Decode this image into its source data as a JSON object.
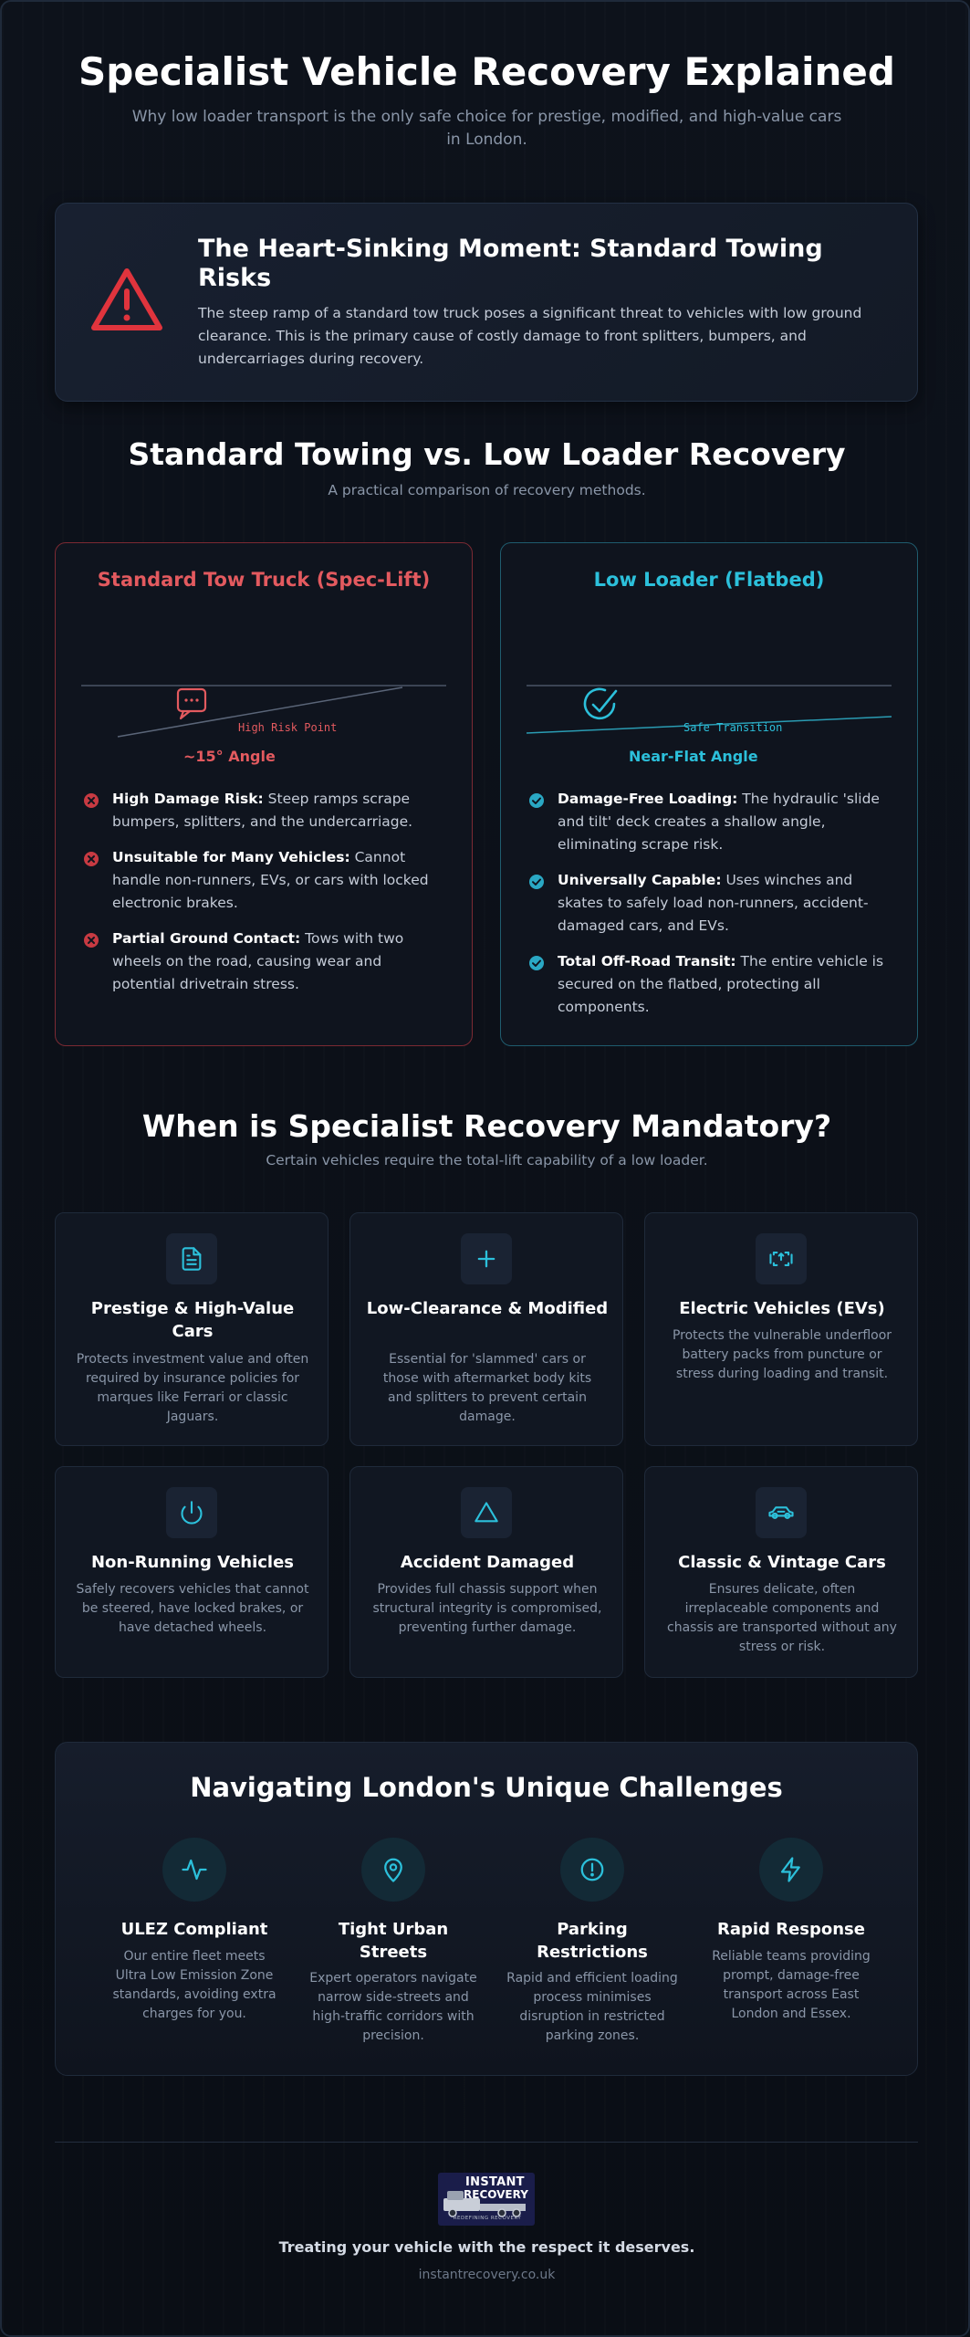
{
  "header": {
    "title": "Specialist Vehicle Recovery Explained",
    "subtitle": "Why low loader transport is the only safe choice for prestige, modified, and high-value cars in London."
  },
  "warning": {
    "icon": "warning-triangle-icon",
    "title": "The Heart-Sinking Moment: Standard Towing Risks",
    "body": "The steep ramp of a standard tow truck poses a significant threat to vehicles with low ground clearance. This is the primary cause of costly damage to front splitters, bumpers, and undercarriages during recovery."
  },
  "comparison": {
    "title": "Standard Towing vs. Low Loader Recovery",
    "subtitle": "A practical comparison of recovery methods.",
    "tow_truck": {
      "title": "Standard Tow Truck (Spec-Lift)",
      "diagram_label": "High Risk Point",
      "angle_label": "~15° Angle",
      "items": [
        {
          "strong": "High Damage Risk:",
          "text": " Steep ramps scrape bumpers, splitters, and the undercarriage."
        },
        {
          "strong": "Unsuitable for Many Vehicles:",
          "text": " Cannot handle non-runners, EVs, or cars with locked electronic brakes."
        },
        {
          "strong": "Partial Ground Contact:",
          "text": " Tows with two wheels on the road, causing wear and potential drivetrain stress."
        }
      ]
    },
    "low_loader": {
      "title": "Low Loader (Flatbed)",
      "diagram_label": "Safe Transition",
      "angle_label": "Near-Flat Angle",
      "items": [
        {
          "strong": "Damage-Free Loading:",
          "text": " The hydraulic 'slide and tilt' deck creates a shallow angle, eliminating scrape risk."
        },
        {
          "strong": "Universally Capable:",
          "text": " Uses winches and skates to safely load non-runners, accident-damaged cars, and EVs."
        },
        {
          "strong": "Total Off-Road Transit:",
          "text": " The entire vehicle is secured on the flatbed, protecting all components."
        }
      ]
    }
  },
  "mandatory": {
    "title": "When is Specialist Recovery Mandatory?",
    "subtitle": "Certain vehicles require the total-lift capability of a low loader.",
    "cards": [
      {
        "icon": "document-icon",
        "title": "Prestige & High-Value Cars",
        "desc": "Protects investment value and often required by insurance policies for marques like Ferrari or classic Jaguars."
      },
      {
        "icon": "plus-icon",
        "title": "Low-Clearance & Modified",
        "desc": "Essential for 'slammed' cars or those with aftermarket body kits and splitters to prevent certain damage."
      },
      {
        "icon": "battery-icon",
        "title": "Electric Vehicles (EVs)",
        "desc": "Protects the vulnerable underfloor battery packs from puncture or stress during loading and transit."
      },
      {
        "icon": "power-icon",
        "title": "Non-Running Vehicles",
        "desc": "Safely recovers vehicles that cannot be steered, have locked brakes, or have detached wheels."
      },
      {
        "icon": "triangle-icon",
        "title": "Accident Damaged",
        "desc": "Provides full chassis support when structural integrity is compromised, preventing further damage."
      },
      {
        "icon": "car-icon",
        "title": "Classic & Vintage Cars",
        "desc": "Ensures delicate, often irreplaceable components and chassis are transported without any stress or risk."
      }
    ]
  },
  "london": {
    "title": "Navigating London's Unique Challenges",
    "items": [
      {
        "icon": "activity-icon",
        "title": "ULEZ Compliant",
        "desc": "Our entire fleet meets Ultra Low Emission Zone standards, avoiding extra charges for you."
      },
      {
        "icon": "location-pin-icon",
        "title": "Tight Urban Streets",
        "desc": "Expert operators navigate narrow side-streets and high-traffic corridors with precision."
      },
      {
        "icon": "alert-circle-icon",
        "title": "Parking Restrictions",
        "desc": "Rapid and efficient loading process minimises disruption in restricted parking zones."
      },
      {
        "icon": "lightning-icon",
        "title": "Rapid Response",
        "desc": "Reliable teams providing prompt, damage-free transport across East London and Essex."
      }
    ]
  },
  "footer": {
    "logo_text_1": "INSTANT",
    "logo_text_2": "RECOVERY",
    "logo_tagline": "REDEFINING RECOVERY",
    "tagline": "Treating your vehicle with the respect it deserves.",
    "site": "instantrecovery.co.uk"
  },
  "colors": {
    "background": "#0b0f16",
    "danger": "#e35a5f",
    "accent": "#2cc0db",
    "muted": "#8a96a8"
  }
}
